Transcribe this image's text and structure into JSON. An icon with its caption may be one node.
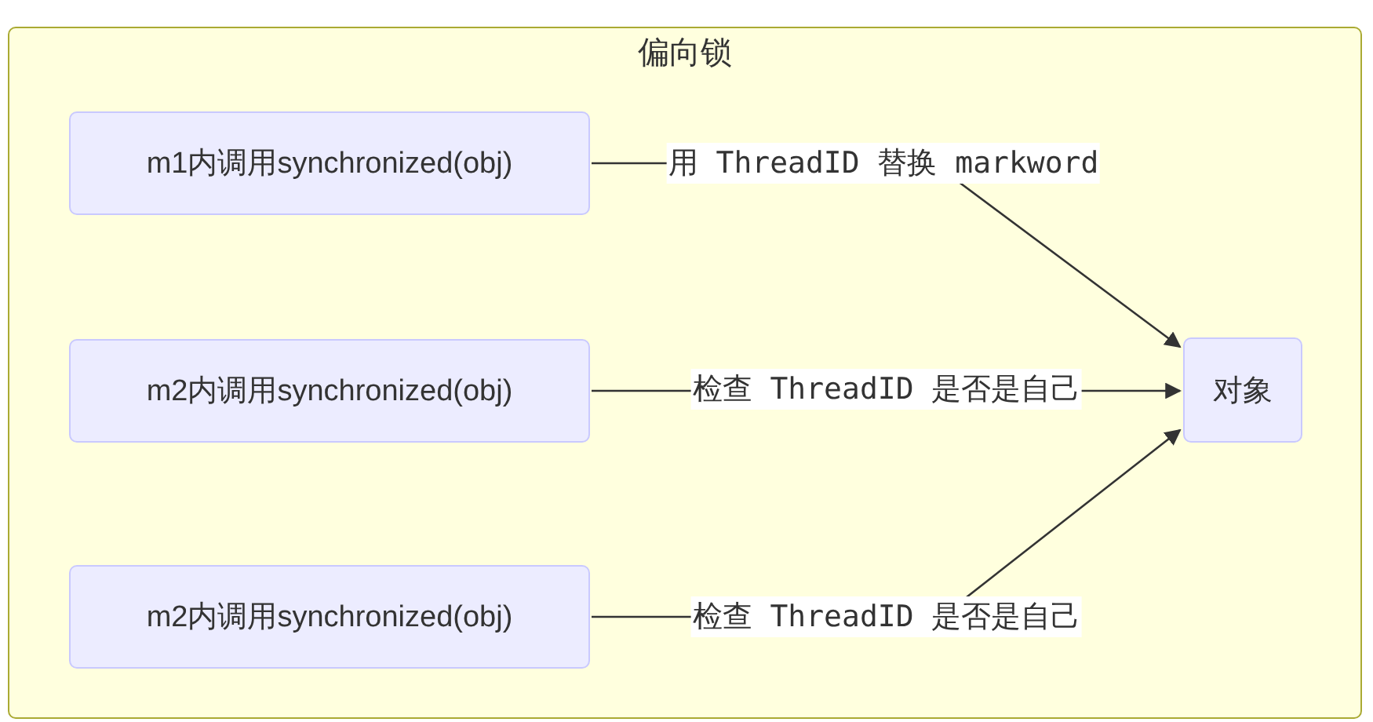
{
  "diagram": {
    "nodes": [
      {
        "text": [
          "偏向锁"
        ]
      },
      {
        "text": [
          "m1内调用synchronized(obj)"
        ],
        "in": 0
      },
      {
        "text": [
          "m2内调用synchronized(obj)"
        ],
        "in": 0
      },
      {
        "text": [
          "m2内调用synchronized(obj)"
        ],
        "in": 0
      },
      {
        "text": [
          "对象"
        ],
        "in": 0
      }
    ],
    "edges": [
      {
        "from": 1,
        "to": 4,
        "arrow": "to",
        "label": "用 ThreadID 替换 markword"
      },
      {
        "from": 2,
        "to": 4,
        "arrow": "to",
        "label": "检查 ThreadID 是否是自己"
      },
      {
        "from": 3,
        "to": 4,
        "arrow": "to",
        "label": "检查 ThreadID 是否是自己"
      }
    ]
  }
}
